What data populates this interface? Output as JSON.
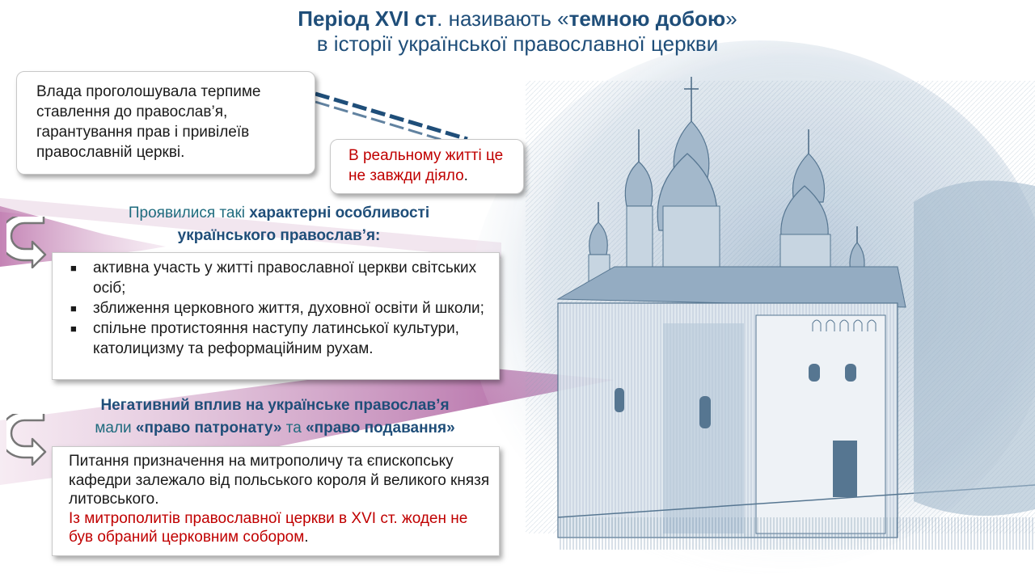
{
  "title": {
    "line1_bold_a": "Період XVI ст",
    "line1_dot": ".",
    "line1_mid": " називають «",
    "line1_bold_b": "темною добою",
    "line1_end": "»",
    "line2": "в історії української православної церкви"
  },
  "callout_left": {
    "text": "Влада проголошувала терпиме ставлення до православ’я, гарантування прав і привілеїв православній церкві."
  },
  "callout_right": {
    "text": "В реальному житті це не завжди діяло",
    "dot": "."
  },
  "features": {
    "heading_plain": "Проявилися такі ",
    "heading_bold_1": "характерні особливості",
    "heading_bold_2": "українського православ’я:",
    "bullet_symbol": "■",
    "items": [
      "активна участь у житті православної церкви світських осіб;",
      "зближення церковного життя, духовної освіти й школи;",
      "спільне протистояння наступу латинської культури, католицизму та реформаційним рухам."
    ]
  },
  "negative": {
    "line1_bold": "Негативний вплив на українське православ’я",
    "line2_a": "мали ",
    "line2_b": "«право патронату»",
    "line2_c": " та ",
    "line2_d": "«право подавання»"
  },
  "bottom_box": {
    "text_black": "Питання призначення на митрополичу та єпископську кафедри залежало від польського короля й великого князя литовського.",
    "text_red": "Із митрополитів православної церкви в XVI ст. жоден не був обраний церковним собором",
    "dot": "."
  },
  "icons": {
    "uturn": "u-turn-arrow-icon",
    "church": "church-illustration"
  },
  "colors": {
    "title": "#1f4e79",
    "accent_red": "#c00000",
    "band_purple": "#a13e8f",
    "church_blue": "#5d7f9c"
  }
}
